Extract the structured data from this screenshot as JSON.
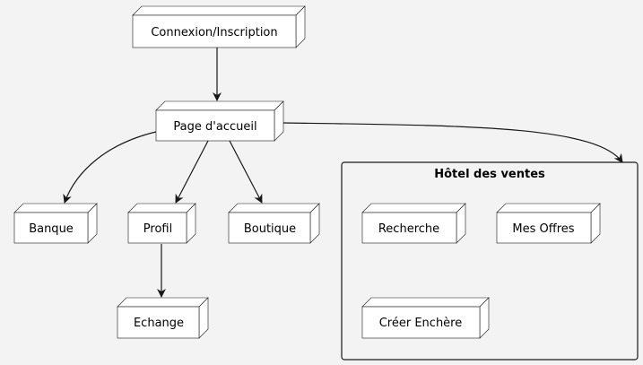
{
  "diagram": {
    "nodes": {
      "login": "Connexion/Inscription",
      "home": "Page d'accueil",
      "bank": "Banque",
      "profile": "Profil",
      "shop": "Boutique",
      "exchange": "Echange",
      "search": "Recherche",
      "my_offers": "Mes Offres",
      "create_auction": "Créer Enchère"
    },
    "cluster": {
      "title": "Hôtel des ventes"
    },
    "edges": [
      {
        "from": "login",
        "to": "home"
      },
      {
        "from": "home",
        "to": "bank"
      },
      {
        "from": "home",
        "to": "profile"
      },
      {
        "from": "home",
        "to": "shop"
      },
      {
        "from": "home",
        "to": "auction-house"
      },
      {
        "from": "profile",
        "to": "exchange"
      }
    ]
  }
}
